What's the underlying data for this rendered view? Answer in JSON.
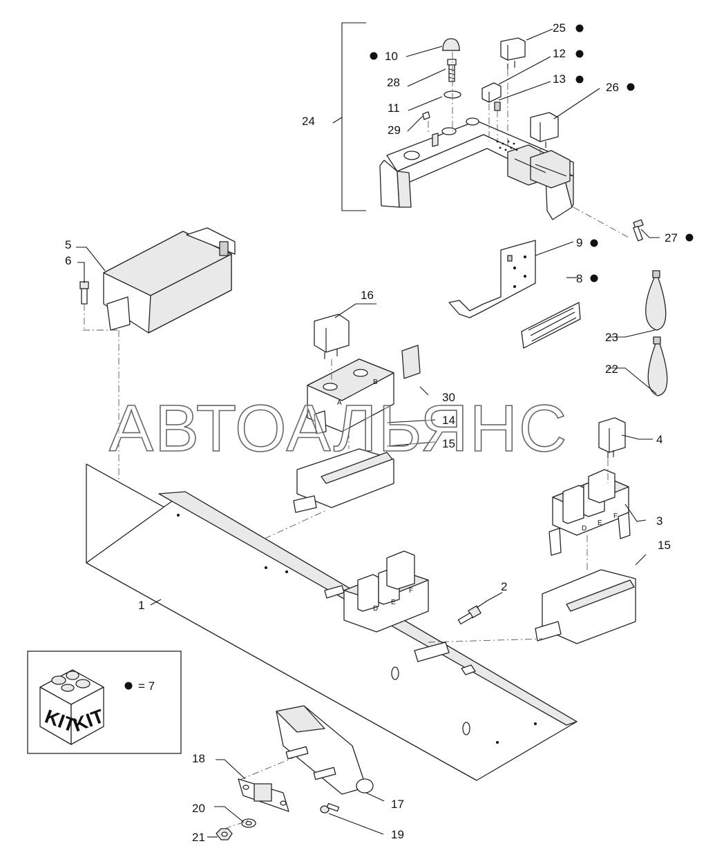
{
  "watermark": "АВТОАЛЬЯНС",
  "kit": {
    "word_left": "KIT",
    "word_right": "KIT",
    "legend": "= 7"
  },
  "callouts": {
    "c1": "1",
    "c2": "2",
    "c3": "3",
    "c4": "4",
    "c5": "5",
    "c6": "6",
    "c8": "8",
    "c9": "9",
    "c10": "10",
    "c11": "11",
    "c12": "12",
    "c13": "13",
    "c14": "14",
    "c15a": "15",
    "c15b": "15",
    "c16": "16",
    "c17": "17",
    "c18": "18",
    "c19": "19",
    "c20": "20",
    "c21": "21",
    "c22": "22",
    "c23": "23",
    "c24": "24",
    "c25": "25",
    "c26": "26",
    "c27": "27",
    "c28": "28",
    "c29": "29",
    "c30": "30"
  },
  "bracket_letters": {
    "a": "A",
    "b": "B",
    "d": "D",
    "e": "E",
    "f": "F"
  },
  "colors": {
    "line": "#222222",
    "marker": "#111111",
    "background": "#ffffff"
  }
}
